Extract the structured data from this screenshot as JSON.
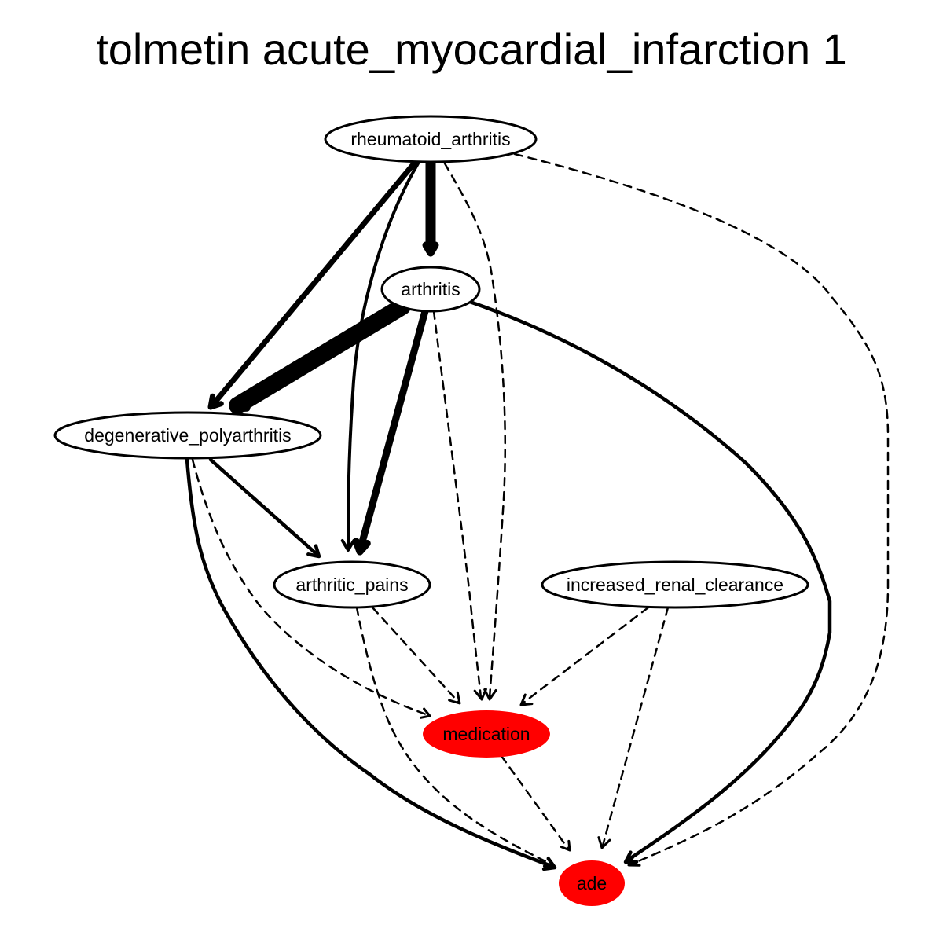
{
  "title": "tolmetin acute_myocardial_infarction 1",
  "colors": {
    "background": "#ffffff",
    "ink": "#000000",
    "outcome_fill": "#ff0000"
  },
  "nodes": [
    {
      "id": "rheumatoid_arthritis",
      "label": "rheumatoid_arthritis",
      "highlighted": false
    },
    {
      "id": "arthritis",
      "label": "arthritis",
      "highlighted": false
    },
    {
      "id": "degenerative_polyarthritis",
      "label": "degenerative_polyarthritis",
      "highlighted": false
    },
    {
      "id": "arthritic_pains",
      "label": "arthritic_pains",
      "highlighted": false
    },
    {
      "id": "increased_renal_clearance",
      "label": "increased_renal_clearance",
      "highlighted": false
    },
    {
      "id": "medication",
      "label": "medication",
      "highlighted": true
    },
    {
      "id": "ade",
      "label": "ade",
      "highlighted": true
    }
  ],
  "edges": [
    {
      "from": "rheumatoid_arthritis",
      "to": "arthritis",
      "style": "solid",
      "strength": "very-strong"
    },
    {
      "from": "rheumatoid_arthritis",
      "to": "degenerative_polyarthritis",
      "style": "solid",
      "strength": "strong"
    },
    {
      "from": "rheumatoid_arthritis",
      "to": "arthritic_pains",
      "style": "solid",
      "strength": "medium"
    },
    {
      "from": "rheumatoid_arthritis",
      "to": "medication",
      "style": "dashed",
      "strength": "weak"
    },
    {
      "from": "rheumatoid_arthritis",
      "to": "ade",
      "style": "dashed",
      "strength": "weak"
    },
    {
      "from": "arthritis",
      "to": "degenerative_polyarthritis",
      "style": "solid",
      "strength": "strongest"
    },
    {
      "from": "arthritis",
      "to": "arthritic_pains",
      "style": "solid",
      "strength": "strong"
    },
    {
      "from": "arthritis",
      "to": "medication",
      "style": "dashed",
      "strength": "weak"
    },
    {
      "from": "arthritis",
      "to": "ade",
      "style": "solid",
      "strength": "medium"
    },
    {
      "from": "degenerative_polyarthritis",
      "to": "arthritic_pains",
      "style": "solid",
      "strength": "medium"
    },
    {
      "from": "degenerative_polyarthritis",
      "to": "medication",
      "style": "dashed",
      "strength": "weak"
    },
    {
      "from": "degenerative_polyarthritis",
      "to": "ade",
      "style": "solid",
      "strength": "medium"
    },
    {
      "from": "arthritic_pains",
      "to": "medication",
      "style": "dashed",
      "strength": "weak"
    },
    {
      "from": "arthritic_pains",
      "to": "ade",
      "style": "dashed",
      "strength": "weak"
    },
    {
      "from": "increased_renal_clearance",
      "to": "medication",
      "style": "dashed",
      "strength": "weak"
    },
    {
      "from": "increased_renal_clearance",
      "to": "ade",
      "style": "dashed",
      "strength": "weak"
    },
    {
      "from": "medication",
      "to": "ade",
      "style": "dashed",
      "strength": "weak"
    }
  ]
}
